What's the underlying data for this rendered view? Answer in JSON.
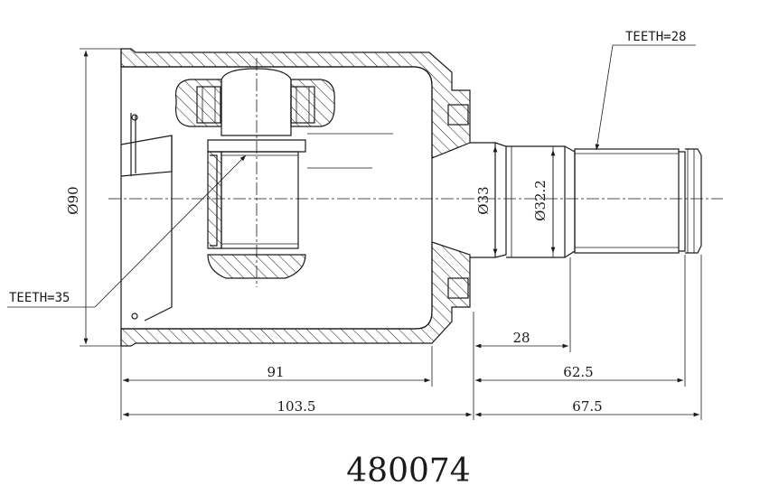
{
  "drawing": {
    "part_number": "480074",
    "callouts": {
      "teeth_outer": "TEETH=28",
      "teeth_inner": "TEETH=35"
    },
    "dimensions": {
      "housing_diameter": "Ø90",
      "shaft_diameter_1": "Ø33",
      "shaft_diameter_2": "Ø32.2",
      "inner_length": "91",
      "total_housing": "103.5",
      "shaft_spline": "28",
      "shaft_length": "62.5",
      "shaft_total": "67.5"
    }
  }
}
